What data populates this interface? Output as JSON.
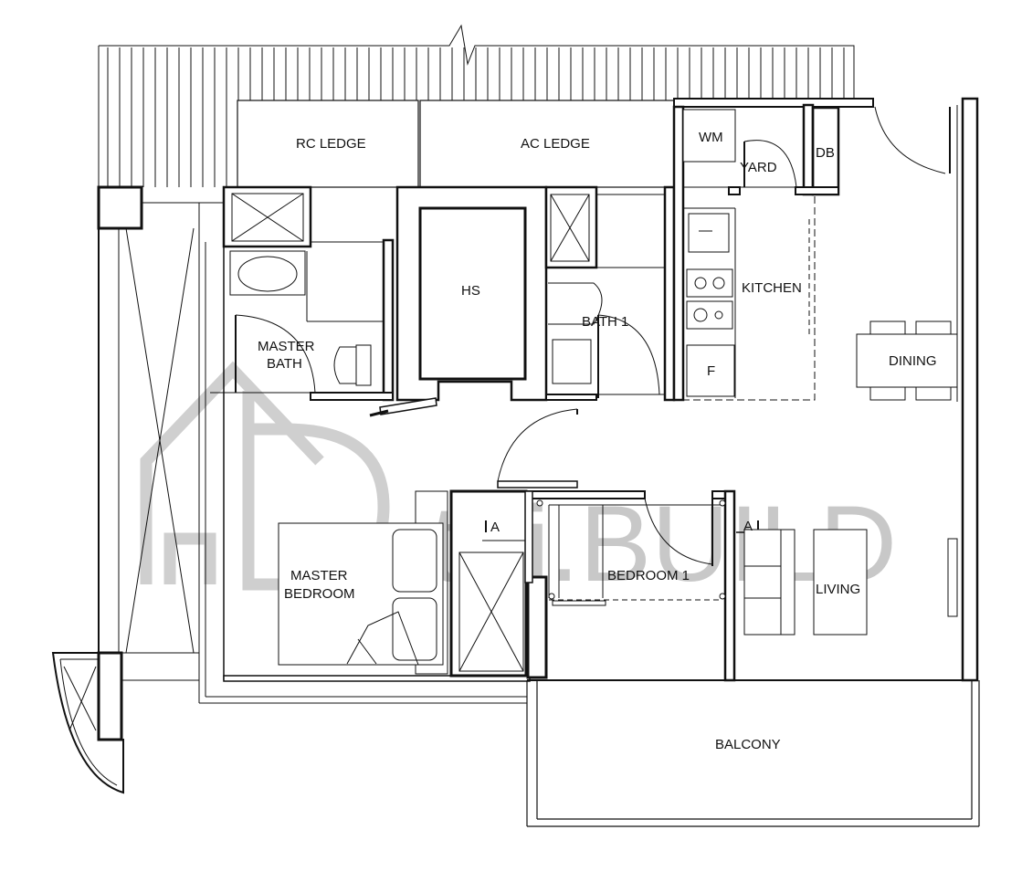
{
  "rooms": {
    "rc_ledge": "RC LEDGE",
    "ac_ledge": "AC LEDGE",
    "wm": "WM",
    "yard": "YARD",
    "db": "DB",
    "hs": "HS",
    "kitchen": "KITCHEN",
    "bath1": "BATH 1",
    "master_bath_line1": "MASTER",
    "master_bath_line2": "BATH",
    "dining": "DINING",
    "fridge": "F",
    "master_bedroom_line1": "MASTER",
    "master_bedroom_line2": "BEDROOM",
    "bedroom1": "BEDROOM 1",
    "living": "LIVING",
    "balcony": "BALCONY"
  },
  "section_marks": {
    "left": "A",
    "right": "A"
  },
  "watermark": {
    "text": "attri.BUILD",
    "color": "#c8c8c8"
  },
  "colors": {
    "line": "#111111",
    "wall_fill": "#ffffff"
  }
}
